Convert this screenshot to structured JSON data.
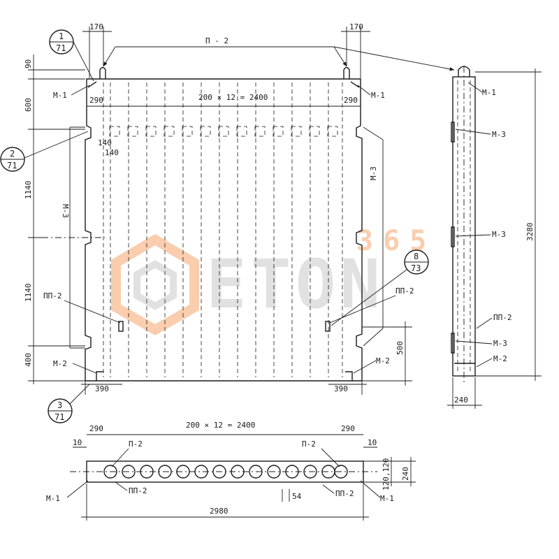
{
  "colors": {
    "ink": "#1a1a1a",
    "paper": "#ffffff",
    "watermark_orange": "#f5a66b",
    "watermark_gray": "#c9c9c9"
  },
  "watermark": {
    "brand": "ETON",
    "number": "365"
  },
  "front_view": {
    "dims": {
      "d170_left": "170",
      "d170_right": "170",
      "d90": "90",
      "d600": "600",
      "d1140_a": "1140",
      "d1140_b": "1140",
      "d400": "400",
      "d290_left": "290",
      "d290_right": "290",
      "pitch": "200 × 12 = 2400",
      "d140_a": "140",
      "d140_b": "140",
      "d390_left": "390",
      "d390_right": "390",
      "d500": "500"
    },
    "labels": {
      "p2": "П - 2",
      "m1_left": "М-1",
      "m1_right": "М-1",
      "m3_left": "М-3",
      "m3_right": "М-3",
      "pp2_left": "ПП-2",
      "pp2_right": "ПП-2",
      "m2_left": "М-2",
      "m2_right": "М-2"
    },
    "callouts": [
      {
        "top": "1",
        "bottom": "71"
      },
      {
        "top": "2",
        "bottom": "71"
      },
      {
        "top": "3",
        "bottom": "71"
      },
      {
        "top": "8",
        "bottom": "73"
      }
    ]
  },
  "side_view": {
    "dims": {
      "height": "3280",
      "width": "240"
    },
    "labels": {
      "m1": "М-1",
      "m3_a": "М-3",
      "m3_b": "М-3",
      "m3_c": "М-3",
      "pp2": "ПП-2",
      "m2": "М-2"
    }
  },
  "plan_view": {
    "dims": {
      "d290_left": "290",
      "pitch": "200 × 12 = 2400",
      "d290_right": "290",
      "d10_left": "10",
      "d10_right": "10",
      "d120": "120,120",
      "d240": "240",
      "d54": "54",
      "total": "2980"
    },
    "labels": {
      "p2_left": "П-2",
      "p2_right": "П-2",
      "pp2_left": "ПП-2",
      "pp2_right": "ПП-2",
      "m1_left": "М-1",
      "m1_right": "М-1"
    }
  }
}
